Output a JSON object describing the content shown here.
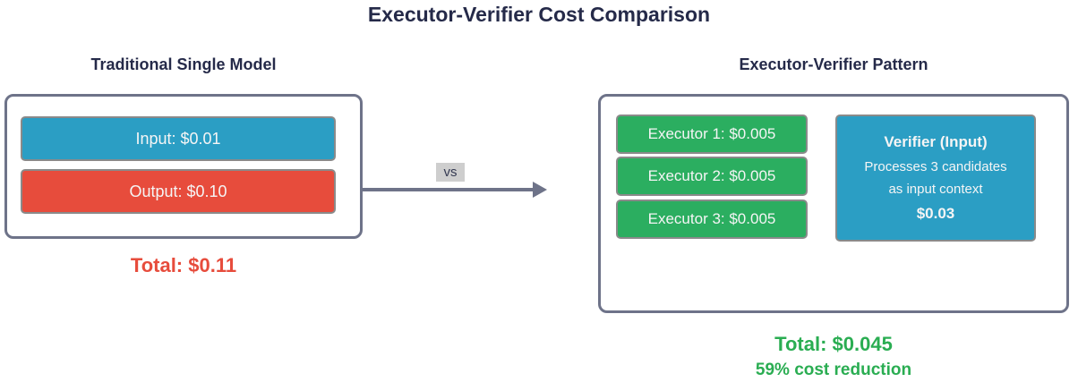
{
  "title": "Executor-Verifier Cost Comparison",
  "colors": {
    "heading_text": "#252a49",
    "cluster_border": "#6e7389",
    "input_blue": "#2b9ec4",
    "output_red": "#e74c3c",
    "executor_green": "#2bae60",
    "total_red": "#e74c3c",
    "total_green": "#2aad52",
    "arrow": "#6e7389"
  },
  "left": {
    "label": "Traditional Single Model",
    "input_box": "Input: $0.01",
    "output_box": "Output: $0.10",
    "total": "Total: $0.11"
  },
  "arrow": {
    "label": "vs"
  },
  "right": {
    "label": "Executor-Verifier Pattern",
    "executors": [
      "Executor 1: $0.005",
      "Executor 2: $0.005",
      "Executor 3: $0.005"
    ],
    "verifier": {
      "title": "Verifier (Input)",
      "line1": "Processes 3 candidates",
      "line2": "as input context",
      "amount": "$0.03"
    },
    "total": "Total: $0.045",
    "reduction": "59% cost reduction"
  }
}
